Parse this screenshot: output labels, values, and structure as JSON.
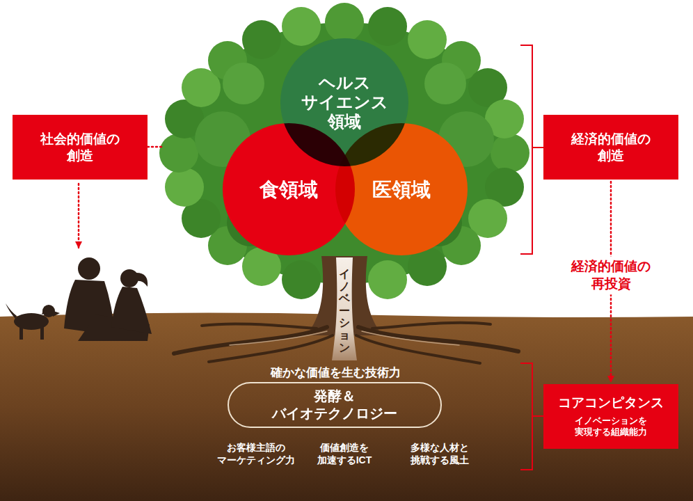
{
  "diagram": {
    "nodes": [
      {
        "text": [
          "社会的価値の 創造"
        ]
      },
      {
        "text": [
          "ヘルス サイエンス 領域"
        ]
      },
      {
        "text": [
          "食領域"
        ]
      },
      {
        "text": [
          "医領域"
        ]
      },
      {
        "text": [
          "経済的価値の 創造"
        ]
      },
      {
        "text": [
          "コアコンピタンス",
          "イノベーションを 実現する組織能力"
        ]
      },
      {
        "text": [
          "発酵＆バイオテクノロジー"
        ]
      }
    ],
    "edges": [
      {
        "from": 4,
        "to": 5,
        "arrow": "to",
        "label": "経済的価値の 再投資"
      }
    ],
    "labels": [
      "イノベーション",
      "確かな価値を生む技術力",
      "お客様主語の マーケティング力",
      "価値創造を 加速するICT",
      "多様な人材と 挑戦する風土"
    ]
  }
}
